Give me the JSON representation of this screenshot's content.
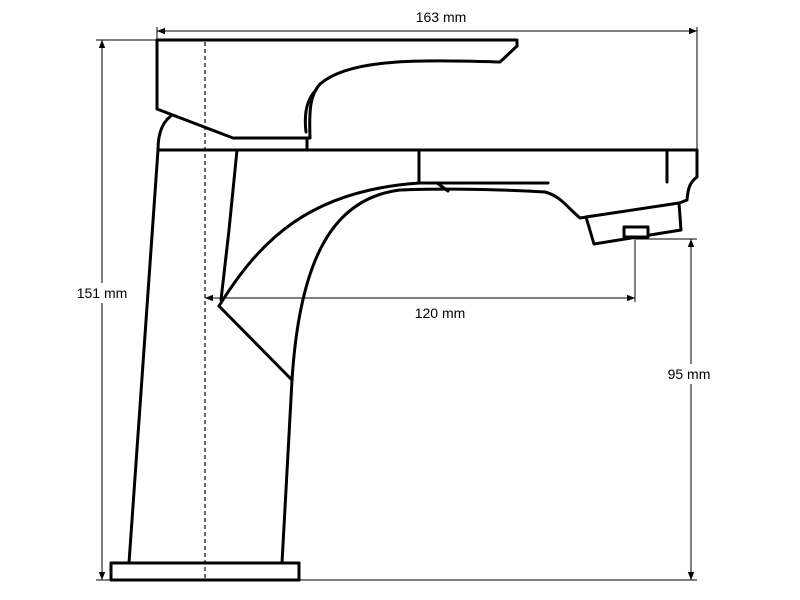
{
  "dimensions": {
    "total_length": "163 mm",
    "total_height": "151 mm",
    "spout_reach": "120 mm",
    "spout_height": "95 mm"
  }
}
